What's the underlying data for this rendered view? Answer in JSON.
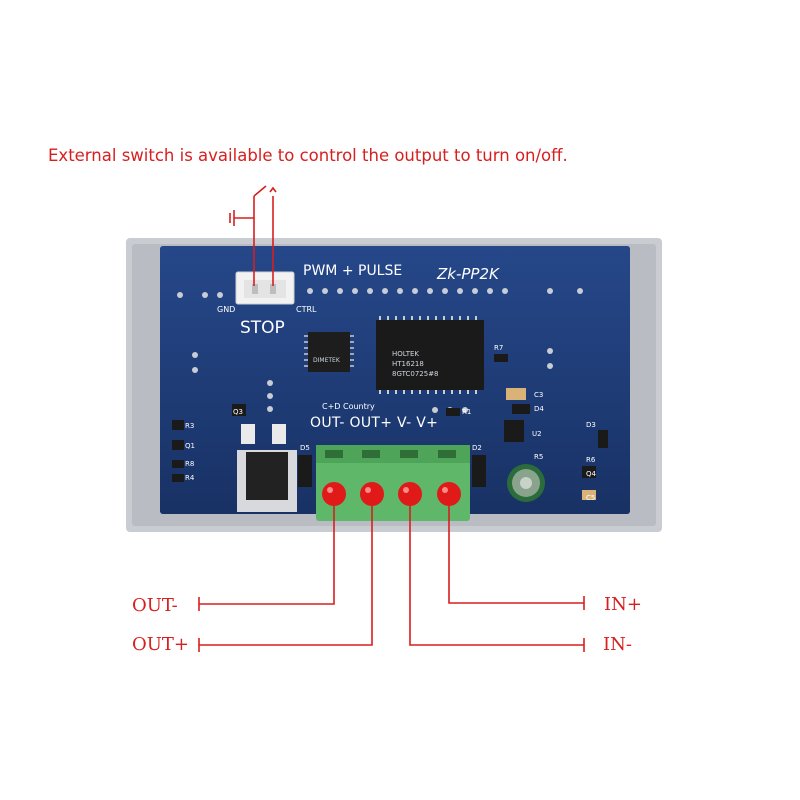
{
  "caption": "External switch is available to control the output to turn on/off.",
  "wire_labels": {
    "out_minus": "OUT-",
    "out_plus": "OUT+",
    "in_plus": "IN+",
    "in_minus": "IN-"
  },
  "pcb": {
    "pwm_label": "PWM + PULSE",
    "model": "Zk-PP2K",
    "stop_label": "STOP",
    "gnd_label": "GND",
    "ctrl_label": "CTRL",
    "terminal_labels": "OUT- OUT+ V-   V+",
    "maker": "C+D Country",
    "chip_line1": "HOLTEK",
    "chip_line2": "HT16218",
    "chip_line3": "8GTC0725#8",
    "small_chip": "DIMETEK",
    "designators": [
      "R3",
      "Q1",
      "R8",
      "R4",
      "Q3",
      "D5",
      "D2",
      "R7",
      "C3",
      "D4",
      "R1",
      "U2",
      "R5",
      "D3",
      "R6",
      "Q4",
      "C5"
    ]
  },
  "colors": {
    "label_red": "#d81e1e",
    "pcb_blue": "#1f3d7a",
    "terminal_green": "#5fb86a",
    "screw_red": "#e01919",
    "housing_gray": "#c9ccd1"
  },
  "icons": [
    "ground-icon",
    "switch-icon"
  ]
}
